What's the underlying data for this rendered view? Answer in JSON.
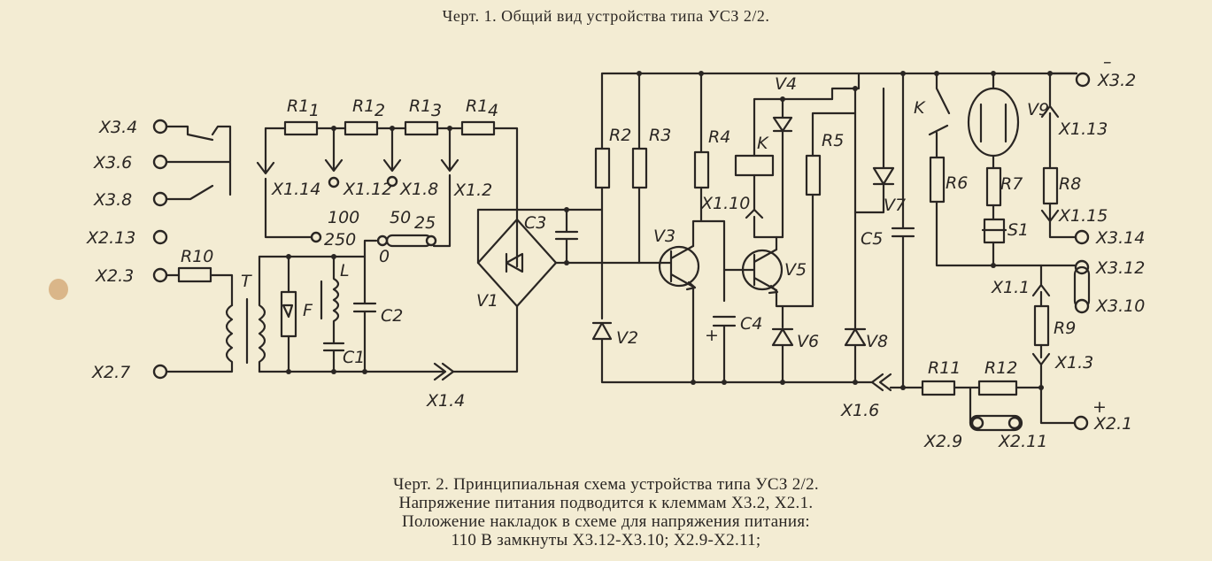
{
  "captions": {
    "top": "Черт. 1. Общий вид устройства типа УСЗ 2/2.",
    "bottom": [
      "Черт. 2. Принципиальная схема устройства типа УСЗ 2/2.",
      "Напряжение питания подводится к клеммам X3.2, X2.1.",
      "Положение накладок в схеме для напряжения питания:",
      "110 В замкнуты X3.12-X3.10; X2.9-X2.11;"
    ]
  },
  "terminals": {
    "x3_4": "X3.4",
    "x3_6": "X3.6",
    "x3_8": "X3.8",
    "x2_13": "X2.13",
    "x2_3": "X2.3",
    "x2_7": "X2.7",
    "x3_2": "X3.2",
    "x3_14": "X3.14",
    "x3_12": "X3.12",
    "x3_10": "X3.10",
    "x2_1": "X2.1",
    "x2_9": "X2.9",
    "x2_11": "X2.11"
  },
  "connectors": {
    "x1_14": "X1.14",
    "x1_12": "X1.12",
    "x1_8": "X1.8",
    "x1_2": "X1.2",
    "x1_4": "X1.4",
    "x1_10": "X1.10",
    "x1_6": "X1.6",
    "x1_13": "X1.13",
    "x1_15": "X1.15",
    "x1_1": "X1.1",
    "x1_3": "X1.3"
  },
  "components": {
    "r1_1": "R1",
    "r1_1_sub": "1",
    "r1_2": "R1",
    "r1_2_sub": "2",
    "r1_3": "R1",
    "r1_3_sub": "3",
    "r1_4": "R1",
    "r1_4_sub": "4",
    "r2": "R2",
    "r3": "R3",
    "r4": "R4",
    "r5": "R5",
    "r6": "R6",
    "r7": "R7",
    "r8": "R8",
    "r9": "R9",
    "r10": "R10",
    "r11": "R11",
    "r12": "R12",
    "c1": "C1",
    "c2": "C2",
    "c3": "C3",
    "c4": "C4",
    "c5": "C5",
    "v1": "V1",
    "v2": "V2",
    "v3": "V3",
    "v4": "V4",
    "v5": "V5",
    "v6": "V6",
    "v7": "V7",
    "v8": "V8",
    "v9": "V9",
    "t": "T",
    "f": "F",
    "l": "L",
    "k1": "K",
    "k2": "K",
    "s1": "S1"
  },
  "tap_values": {
    "v100": "100",
    "v250": "250",
    "v50": "50",
    "v25": "25",
    "v0": "0"
  },
  "polarity": {
    "minus": "–",
    "plus": "+",
    "c4_plus": "+"
  }
}
